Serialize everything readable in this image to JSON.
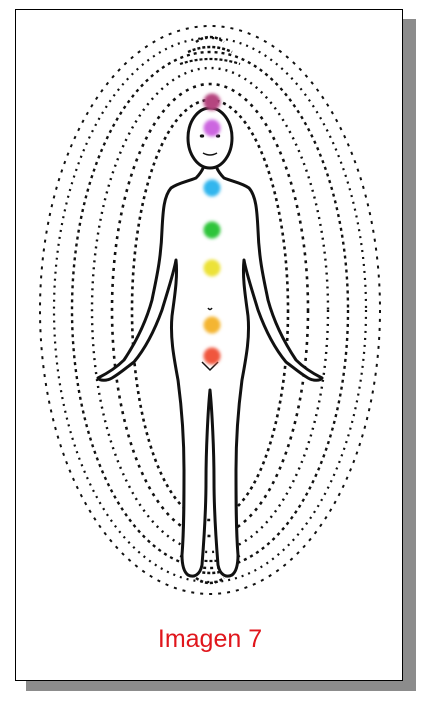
{
  "caption": {
    "text": "Imagen 7",
    "color": "#e0161c"
  },
  "chakras": [
    {
      "name": "crown",
      "color": "#b5457f"
    },
    {
      "name": "third-eye",
      "color": "#cc66e0"
    },
    {
      "name": "throat",
      "color": "#33b6ee"
    },
    {
      "name": "heart",
      "color": "#2ec43b"
    },
    {
      "name": "solar-plexus",
      "color": "#ece238"
    },
    {
      "name": "sacral",
      "color": "#f4b530"
    },
    {
      "name": "root",
      "color": "#f0563e"
    }
  ]
}
